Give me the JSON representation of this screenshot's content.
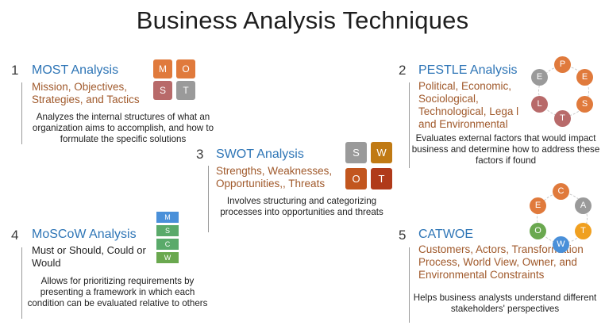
{
  "title": "Business Analysis Techniques",
  "techniques": [
    {
      "number": "1",
      "name": "MOST Analysis",
      "subtitle": "Mission, Objectives, Strategies, and Tactics",
      "description": "Analyzes the internal structures of what an organization aims to accomplish, and how to formulate the specific solutions",
      "icon_letters": [
        "M",
        "O",
        "S",
        "T"
      ]
    },
    {
      "number": "2",
      "name": "PESTLE Analysis",
      "subtitle": "Political, Economic, Sociological, Technological, Lega l and Environmental",
      "description": "Evaluates external factors that would impact business and determine how to address these factors if found",
      "icon_letters": [
        "P",
        "E",
        "S",
        "T",
        "L",
        "E"
      ]
    },
    {
      "number": "3",
      "name": "SWOT Analysis",
      "subtitle": "Strengths, Weaknesses, Opportunities,, Threats",
      "description": "Involves structuring and categorizing processes into opportunities and threats",
      "icon_letters": [
        "S",
        "W",
        "O",
        "T"
      ]
    },
    {
      "number": "4",
      "name": "MoSCoW Analysis",
      "subtitle": "Must or Should, Could or Would",
      "description": "Allows for prioritizing requirements by presenting a framework in which each condition can be evaluated relative to others",
      "icon_letters": [
        "M",
        "S",
        "C",
        "W"
      ]
    },
    {
      "number": "5",
      "name": "CATWOE",
      "subtitle": "Customers, Actors, Transformation Process, World View, Owner, and Environmental Constraints",
      "description": "Helps business analysts understand different stakeholders' perspectives",
      "icon_letters": [
        "C",
        "A",
        "T",
        "W",
        "O",
        "E"
      ]
    }
  ],
  "colors": {
    "heading": "#2e75b6",
    "subtitle": "#a0592b",
    "most": [
      "#e07a3c",
      "#e07a3c",
      "#b86a6a",
      "#9a9a9a"
    ],
    "pestle": [
      "#e07a3c",
      "#e07a3c",
      "#e07a3c",
      "#b86a6a",
      "#b86a6a",
      "#9a9a9a"
    ],
    "swot": [
      "#9a9a9a",
      "#c07a14",
      "#c2561e",
      "#b03a1a"
    ],
    "moscow": [
      "#4a90d9",
      "#5aaa6a",
      "#5aaa6a",
      "#6aa84f"
    ],
    "catwoe": [
      "#e07a3c",
      "#9a9a9a",
      "#f0a020",
      "#4a90d9",
      "#6aa84f",
      "#e07a3c"
    ]
  }
}
